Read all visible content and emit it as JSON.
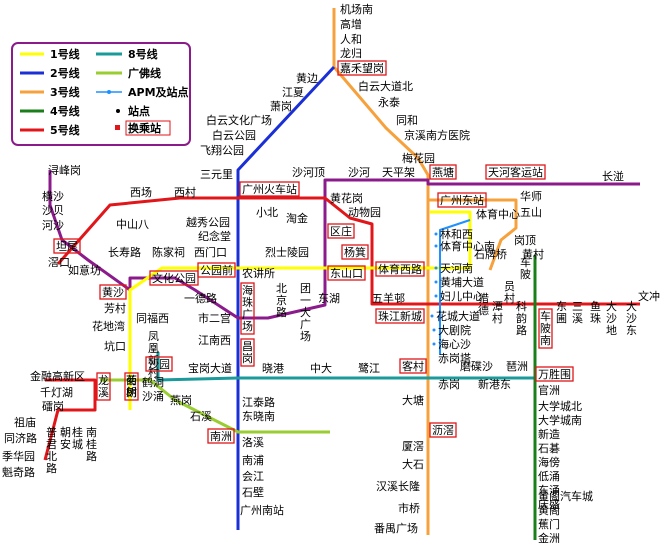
{
  "legend": {
    "items": [
      {
        "id": "l1",
        "label": "1号线",
        "color": "#ffff00"
      },
      {
        "id": "l2",
        "label": "2号线",
        "color": "#1a2fd6"
      },
      {
        "id": "l3",
        "label": "3号线",
        "color": "#f6a13c"
      },
      {
        "id": "l4",
        "label": "4号线",
        "color": "#1a7f1a"
      },
      {
        "id": "l5",
        "label": "5号线",
        "color": "#e0161a"
      },
      {
        "id": "l8",
        "label": "8号线",
        "color": "#1a9a9a"
      },
      {
        "id": "lgf",
        "label": "广佛线",
        "color": "#9acd32"
      },
      {
        "id": "apm",
        "label": "APM及站点",
        "color": "#1e90ff"
      }
    ],
    "station_label": "站点",
    "transfer_label": "换乘站"
  },
  "lines": [
    {
      "id": "l1",
      "name": "1号线",
      "color": "#ffff00",
      "stations": [
        "西朗",
        "坑口",
        "花地湾",
        "芳村",
        "黄沙",
        "长寿路",
        "陈家祠",
        "西门口",
        "公园前",
        "农讲所",
        "烈士陵园",
        "东山口",
        "杨箕",
        "体育西路",
        "体育中心",
        "广州东站"
      ]
    },
    {
      "id": "l2",
      "name": "2号线",
      "color": "#1a2fd6",
      "stations": [
        "嘉禾望岗",
        "黄边",
        "江夏",
        "萧岗",
        "白云文化广场",
        "白云公园",
        "飞翔公园",
        "三元里",
        "广州火车站",
        "越秀公园",
        "纪念堂",
        "公园前",
        "海珠广场",
        "市二宫",
        "江南西",
        "昌岗",
        "江泰路",
        "东晓南",
        "南洲",
        "洛溪",
        "南浦",
        "会江",
        "石壁",
        "广州南站"
      ]
    },
    {
      "id": "l3",
      "name": "3号线",
      "color": "#f6a13c",
      "stations": [
        "机场南",
        "高增",
        "人和",
        "龙归",
        "嘉禾望岗",
        "白云大道北",
        "永泰",
        "同和",
        "京溪南方医院",
        "梅花园",
        "燕塘",
        "广州东站",
        "林和西",
        "体育西路",
        "珠江新城",
        "赤岗塔",
        "客村",
        "大塘",
        "沥滘",
        "厦滘",
        "大石",
        "汉溪长隆",
        "市桥",
        "番禺广场",
        "天河客运站",
        "五山",
        "华师",
        "岗顶",
        "石牌桥"
      ]
    },
    {
      "id": "l4",
      "name": "4号线",
      "color": "#1a7f1a",
      "stations": [
        "黄村",
        "车陂",
        "车陂南",
        "万胜围",
        "官洲",
        "大学城北",
        "大学城南",
        "新造",
        "石碁",
        "海傍",
        "低涌",
        "东涌",
        "庆盛",
        "黄阁汽车城",
        "黄阁",
        "蕉门",
        "金洲"
      ]
    },
    {
      "id": "l5",
      "name": "5号线",
      "color": "#e0161a",
      "stations": [
        "滘口",
        "坦尾",
        "中山八",
        "西场",
        "西村",
        "广州火车站",
        "小北",
        "淘金",
        "区庄",
        "动物园",
        "杨箕",
        "五羊邨",
        "珠江新城",
        "猎德",
        "潭村",
        "员村",
        "科韵路",
        "车陂南",
        "东圃",
        "三溪",
        "鱼珠",
        "大沙地",
        "大沙东",
        "文冲"
      ]
    },
    {
      "id": "l8",
      "name": "8号线",
      "color": "#1a9a9a",
      "stations": [
        "凤凰新村",
        "沙园",
        "宝岗大道",
        "昌岗",
        "晓港",
        "中大",
        "鹭江",
        "客村",
        "赤岗",
        "磨碟沙",
        "新港东",
        "琶洲",
        "万胜围"
      ]
    },
    {
      "id": "lgf",
      "name": "广佛线",
      "color": "#9acd32",
      "stations": [
        "西朗",
        "鹤洞",
        "沙涌",
        "沙园",
        "燕岗",
        "石溪",
        "南洲"
      ]
    },
    {
      "id": "apm",
      "name": "APM",
      "color": "#1e90ff",
      "stations": [
        "林和西",
        "体育中心南",
        "天河南",
        "黄埔大道",
        "妇儿中心",
        "花城大道",
        "大剧院",
        "海心沙",
        "赤岗塔"
      ]
    },
    {
      "id": "l6",
      "name": "",
      "color": "#8b1a8b",
      "stations": [
        "浔峰岗",
        "横沙",
        "沙贝",
        "河沙",
        "坦尾",
        "如意坊",
        "黄沙",
        "文化公园",
        "一德路",
        "海珠广场",
        "北京路",
        "团一大广场",
        "东湖",
        "东山口",
        "区庄",
        "黄花岗",
        "沙河顶",
        "沙河",
        "天平架",
        "燕塘",
        "天河客运站",
        "长湴"
      ]
    },
    {
      "id": "l14",
      "name": "",
      "color": "#e0161a",
      "stations": [
        "金融高新区",
        "千灯湖",
        "礌岗",
        "南桂路",
        "桂城",
        "朝安",
        "普君北路",
        "祖庙",
        "同济路",
        "季华园",
        "魁奇路"
      ]
    }
  ],
  "stations": [
    {
      "id": "jcn",
      "name": "机场南"
    },
    {
      "id": "gz",
      "name": "高增"
    },
    {
      "id": "rh",
      "name": "人和"
    },
    {
      "id": "lg",
      "name": "龙归"
    },
    {
      "id": "jhwg",
      "name": "嘉禾望岗",
      "transfer": true
    },
    {
      "id": "hb",
      "name": "黄边"
    },
    {
      "id": "jx",
      "name": "江夏"
    },
    {
      "id": "xg",
      "name": "萧岗"
    },
    {
      "id": "bywhgc",
      "name": "白云文化广场"
    },
    {
      "id": "bygy",
      "name": "白云公园"
    },
    {
      "id": "fxgy",
      "name": "飞翔公园"
    },
    {
      "id": "sanyl",
      "name": "三元里"
    },
    {
      "id": "bydbb",
      "name": "白云大道北"
    },
    {
      "id": "yt",
      "name": "永泰"
    },
    {
      "id": "th",
      "name": "同和"
    },
    {
      "id": "jxnf",
      "name": "京溪南方医院"
    },
    {
      "id": "mhy",
      "name": "梅花园"
    },
    {
      "id": "xfg",
      "name": "浔峰岗"
    },
    {
      "id": "hs",
      "name": "横沙"
    },
    {
      "id": "sb",
      "name": "沙贝"
    },
    {
      "id": "hesha",
      "name": "河沙"
    },
    {
      "id": "xc",
      "name": "西场"
    },
    {
      "id": "xcun",
      "name": "西村"
    },
    {
      "id": "gzhcz",
      "name": "广州火车站",
      "transfer": true
    },
    {
      "id": "shd",
      "name": "沙河顶"
    },
    {
      "id": "sh",
      "name": "沙河"
    },
    {
      "id": "tpj",
      "name": "天平架"
    },
    {
      "id": "yt2",
      "name": "燕塘",
      "transfer": true
    },
    {
      "id": "thkyz",
      "name": "天河客运站",
      "transfer": true
    },
    {
      "id": "cb",
      "name": "长湴"
    },
    {
      "id": "zs8",
      "name": "中山八"
    },
    {
      "id": "yxgy",
      "name": "越秀公园"
    },
    {
      "id": "jnt",
      "name": "纪念堂"
    },
    {
      "id": "xb",
      "name": "小北"
    },
    {
      "id": "tj",
      "name": "淘金"
    },
    {
      "id": "hhg",
      "name": "黄花岗"
    },
    {
      "id": "dwy",
      "name": "动物园"
    },
    {
      "id": "qz",
      "name": "区庄",
      "transfer": true
    },
    {
      "id": "gzdz",
      "name": "广州东站",
      "transfer": true
    },
    {
      "id": "hs2",
      "name": "华师"
    },
    {
      "id": "ws",
      "name": "五山"
    },
    {
      "id": "tyzx",
      "name": "体育中心"
    },
    {
      "id": "lhx",
      "name": "林和西"
    },
    {
      "id": "tyzxn",
      "name": "体育中心南"
    },
    {
      "id": "gd",
      "name": "岗顶"
    },
    {
      "id": "tw",
      "name": "坦尾",
      "transfer": true
    },
    {
      "id": "jk",
      "name": "滘口"
    },
    {
      "id": "ryf",
      "name": "如意坊"
    },
    {
      "id": "csl",
      "name": "长寿路"
    },
    {
      "id": "cjc",
      "name": "陈家祠"
    },
    {
      "id": "xmk",
      "name": "西门口"
    },
    {
      "id": "gyq",
      "name": "公园前",
      "transfer": true
    },
    {
      "id": "njs",
      "name": "农讲所"
    },
    {
      "id": "lslly",
      "name": "烈士陵园"
    },
    {
      "id": "dsk",
      "name": "东山口",
      "transfer": true
    },
    {
      "id": "yj",
      "name": "杨箕",
      "transfer": true
    },
    {
      "id": "tyxl",
      "name": "体育西路",
      "transfer": true
    },
    {
      "id": "spq",
      "name": "石牌桥"
    },
    {
      "id": "hc",
      "name": "黄村"
    },
    {
      "id": "hsha",
      "name": "黄沙",
      "transfer": true
    },
    {
      "id": "whgy",
      "name": "文化公园",
      "transfer": true
    },
    {
      "id": "ydl",
      "name": "一德路"
    },
    {
      "id": "hzgc",
      "name": "海珠广场",
      "transfer": true
    },
    {
      "id": "bjl",
      "name": "北京路"
    },
    {
      "id": "tydgc",
      "name": "团一大广场"
    },
    {
      "id": "dh",
      "name": "东湖"
    },
    {
      "id": "wyc",
      "name": "五羊邨"
    },
    {
      "id": "zjxc",
      "name": "珠江新城",
      "transfer": true
    },
    {
      "id": "thn",
      "name": "天河南"
    },
    {
      "id": "hpdd",
      "name": "黄埔大道"
    },
    {
      "id": "fezx",
      "name": "妇儿中心"
    },
    {
      "id": "hcdd",
      "name": "花城大道"
    },
    {
      "id": "djy",
      "name": "大剧院"
    },
    {
      "id": "hxs",
      "name": "海心沙"
    },
    {
      "id": "cgt",
      "name": "赤岗塔"
    },
    {
      "id": "ld",
      "name": "猎德"
    },
    {
      "id": "tc",
      "name": "潭村"
    },
    {
      "id": "yc",
      "name": "员村"
    },
    {
      "id": "kyl",
      "name": "科韵路"
    },
    {
      "id": "cbn",
      "name": "车陂南",
      "transfer": true
    },
    {
      "id": "cbei",
      "name": "车陂"
    },
    {
      "id": "dp",
      "name": "东圃"
    },
    {
      "id": "sx",
      "name": "三溪"
    },
    {
      "id": "yz",
      "name": "鱼珠"
    },
    {
      "id": "dsd",
      "name": "大沙地"
    },
    {
      "id": "dsdong",
      "name": "大沙东"
    },
    {
      "id": "wc",
      "name": "文冲"
    },
    {
      "id": "fc",
      "name": "芳村"
    },
    {
      "id": "hdw",
      "name": "花地湾"
    },
    {
      "id": "kk",
      "name": "坑口"
    },
    {
      "id": "tntn",
      "name": "同福西"
    },
    {
      "id": "fhxc",
      "name": "凤凰新村"
    },
    {
      "id": "seg",
      "name": "市二宫"
    },
    {
      "id": "jnx",
      "name": "江南西"
    },
    {
      "id": "cg",
      "name": "昌岗",
      "transfer": true
    },
    {
      "id": "jrgxq",
      "name": "金融高新区"
    },
    {
      "id": "qdh",
      "name": "千灯湖"
    },
    {
      "id": "lgang",
      "name": "礌岗"
    },
    {
      "id": "ljcz",
      "name": "龙溪"
    },
    {
      "id": "jc",
      "name": "菊树"
    },
    {
      "id": "xl",
      "name": "西朗",
      "transfer": true
    },
    {
      "id": "hd",
      "name": "鹤洞"
    },
    {
      "id": "sy",
      "name": "沙涌"
    },
    {
      "id": "syuan",
      "name": "沙园",
      "transfer": true
    },
    {
      "id": "bgdd",
      "name": "宝岗大道"
    },
    {
      "id": "xgang",
      "name": "晓港"
    },
    {
      "id": "zd",
      "name": "中大"
    },
    {
      "id": "lj",
      "name": "鹭江"
    },
    {
      "id": "kc",
      "name": "客村",
      "transfer": true
    },
    {
      "id": "cgang",
      "name": "赤岗"
    },
    {
      "id": "mds",
      "name": "磨碟沙"
    },
    {
      "id": "xgd",
      "name": "新港东"
    },
    {
      "id": "pz",
      "name": "琶洲"
    },
    {
      "id": "wsw",
      "name": "万胜围",
      "transfer": true
    },
    {
      "id": "ygang",
      "name": "燕岗"
    },
    {
      "id": "sxi",
      "name": "石溪"
    },
    {
      "id": "nz",
      "name": "南洲",
      "transfer": true
    },
    {
      "id": "jtl",
      "name": "江泰路"
    },
    {
      "id": "dxn",
      "name": "东晓南"
    },
    {
      "id": "dt",
      "name": "大塘"
    },
    {
      "id": "lj2",
      "name": "沥滘",
      "transfer": true
    },
    {
      "id": "zm",
      "name": "祖庙"
    },
    {
      "id": "tjl",
      "name": "同济路"
    },
    {
      "id": "jhy",
      "name": "季华园"
    },
    {
      "id": "kql",
      "name": "魁奇路"
    },
    {
      "id": "pjbl",
      "name": "普君北路"
    },
    {
      "id": "ca",
      "name": "朝安"
    },
    {
      "id": "gc",
      "name": "桂城"
    },
    {
      "id": "ngl",
      "name": "南桂路"
    },
    {
      "id": "lx",
      "name": "洛溪"
    },
    {
      "id": "np",
      "name": "南浦"
    },
    {
      "id": "hj",
      "name": "会江"
    },
    {
      "id": "sbi",
      "name": "石壁"
    },
    {
      "id": "gznz",
      "name": "广州南站"
    },
    {
      "id": "xj",
      "name": "厦滘"
    },
    {
      "id": "ds",
      "name": "大石"
    },
    {
      "id": "hxcl",
      "name": "汉溪长隆"
    },
    {
      "id": "sq",
      "name": "市桥"
    },
    {
      "id": "pygc",
      "name": "番禺广场"
    },
    {
      "id": "gzhou",
      "name": "官洲"
    },
    {
      "id": "dxcb",
      "name": "大学城北"
    },
    {
      "id": "dxcn",
      "name": "大学城南"
    },
    {
      "id": "xz",
      "name": "新造"
    },
    {
      "id": "sq2",
      "name": "石碁"
    },
    {
      "id": "hbang",
      "name": "海傍"
    },
    {
      "id": "dy",
      "name": "低涌"
    },
    {
      "id": "dyong",
      "name": "东涌"
    },
    {
      "id": "qs",
      "name": "庆盛"
    },
    {
      "id": "hgqcc",
      "name": "黄阁汽车城"
    },
    {
      "id": "hg",
      "name": "黄阁"
    },
    {
      "id": "jm",
      "name": "蕉门"
    },
    {
      "id": "jz",
      "name": "金洲"
    }
  ]
}
